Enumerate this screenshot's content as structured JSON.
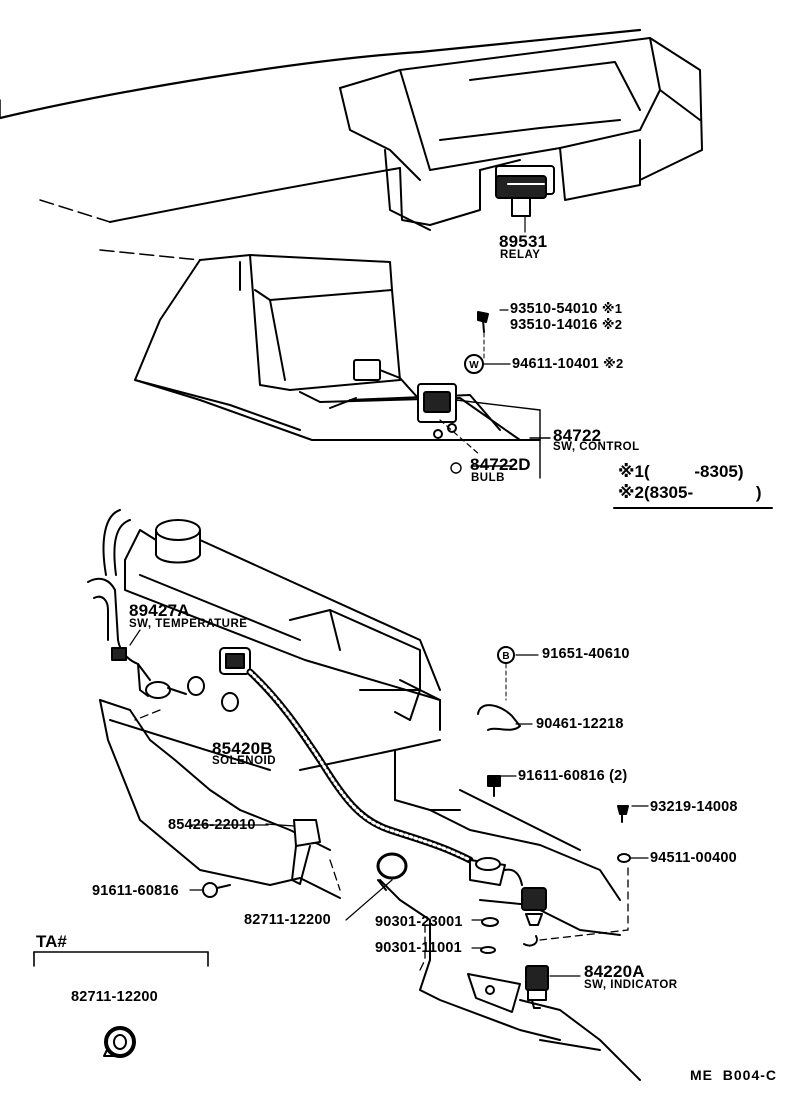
{
  "parts": {
    "relay": {
      "number": "89531",
      "desc": "RELAY"
    },
    "screw_a": {
      "number": "93510-54010",
      "mark": "※1"
    },
    "screw_b": {
      "number": "93510-14016",
      "mark": "※2"
    },
    "washer_w": {
      "number": "94611-10401",
      "mark": "※2"
    },
    "control_sw": {
      "number": "84722",
      "desc": "SW, CONTROL"
    },
    "bulb": {
      "number": "84722D",
      "desc": "BULB"
    },
    "temp_sw": {
      "number": "89427A",
      "desc": "SW, TEMPERATURE"
    },
    "bolt_b": {
      "number": "91651-40610"
    },
    "clamp": {
      "number": "90461-12218"
    },
    "bolt_2": {
      "number": "91611-60816 (2)"
    },
    "screw_c": {
      "number": "93219-14008"
    },
    "washer_d": {
      "number": "94511-00400"
    },
    "solenoid": {
      "number": "85420B",
      "desc": "SOLENOID"
    },
    "connector": {
      "number": "85426-22010"
    },
    "bolt_1": {
      "number": "91611-60816"
    },
    "clip": {
      "number": "82711-12200"
    },
    "oring_a": {
      "number": "90301-23001"
    },
    "oring_b": {
      "number": "90301-11001"
    },
    "ind_sw": {
      "number": "84220A",
      "desc": "SW, INDICATOR"
    },
    "ta_clip": {
      "number": "82711-12200"
    }
  },
  "legend": {
    "row1": {
      "mark": "※1",
      "open": "(",
      "range": "-8305)"
    },
    "row2": {
      "mark": "※2",
      "open": "(8305-",
      "close": ")"
    }
  },
  "ta_label": "TA#",
  "drawing_code": "ME  B004-C",
  "callout_letters": {
    "w": "W",
    "b": "B"
  }
}
